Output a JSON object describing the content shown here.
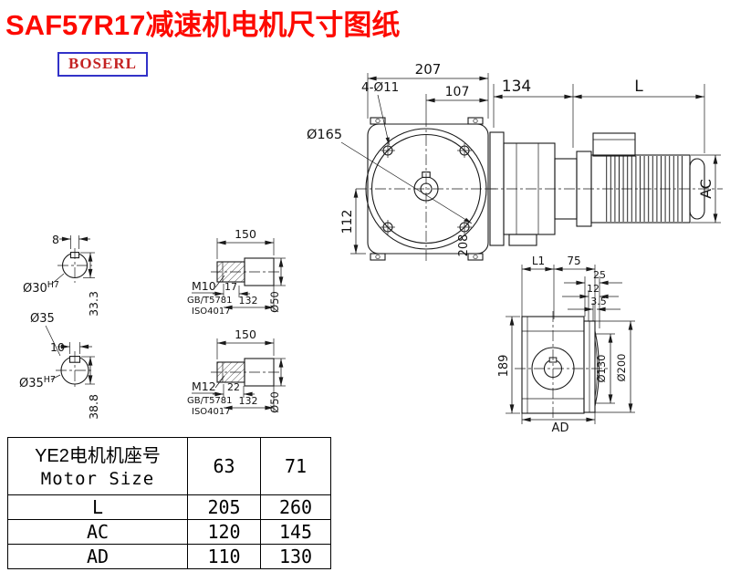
{
  "title": "SAF57R17减速机电机尺寸图纸",
  "logo": "BOSERL",
  "colors": {
    "title": "#fd0a00",
    "logo": "#c42323",
    "logo_border": "#3232c8",
    "line": "#1a1a1a"
  },
  "front_view": {
    "width_total": "207",
    "width_half": "107",
    "bolt_holes": "4-Ø11",
    "flange_dia": "Ø165",
    "height_center": "112",
    "flange_to_motor": "134",
    "motor_length": "L",
    "motor_dia": "AC",
    "dim_rotated": "208"
  },
  "shaft_end_views": {
    "top": {
      "key_width": "8",
      "bore": "Ø30",
      "bore_tol": "H7",
      "key_depth": "33.3"
    },
    "bottom": {
      "shaft_dia": "Ø35",
      "key_width": "10",
      "bore": "Ø35",
      "bore_tol": "H7",
      "key_depth": "38.8"
    }
  },
  "shaft_details": [
    {
      "length": "150",
      "thread": "M10",
      "standard_gb": "GB/T5781",
      "standard_iso": "ISO4017",
      "thread_length": "17",
      "body_length": "132",
      "diameter": "Ø50"
    },
    {
      "length": "150",
      "thread": "M12",
      "standard_gb": "GB/T5781",
      "standard_iso": "ISO4017",
      "thread_length": "22",
      "body_length": "132",
      "diameter": "Ø50"
    }
  ],
  "output_view": {
    "dim_l1": "L1",
    "dim_75": "75",
    "dim_25": "25",
    "dim_12": "12",
    "dim_35": "3.5",
    "height": "189",
    "spigot_dia": "Ø130",
    "flange_dia": "Ø200",
    "dim_ad": "AD"
  },
  "table": {
    "header_label_cn": "YE2电机机座号",
    "header_label_en": "Motor Size",
    "motor_sizes": [
      "63",
      "71"
    ],
    "rows": [
      {
        "label": "L",
        "values": [
          "205",
          "260"
        ]
      },
      {
        "label": "AC",
        "values": [
          "120",
          "145"
        ]
      },
      {
        "label": "AD",
        "values": [
          "110",
          "130"
        ]
      }
    ]
  }
}
